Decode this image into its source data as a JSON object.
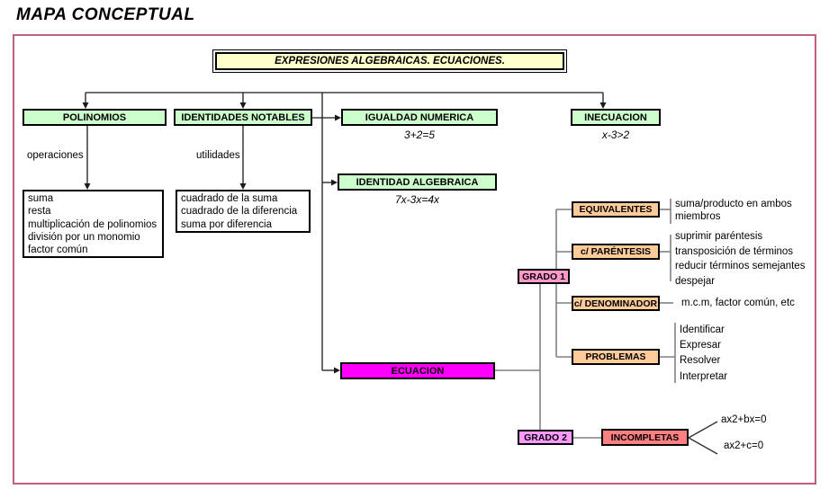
{
  "title": "MAPA CONCEPTUAL",
  "root": {
    "label": "EXPRESIONES ALGEBRAICAS. ECUACIONES."
  },
  "branches": {
    "polinomios": {
      "label": "POLINOMIOS",
      "edge": "operaciones",
      "items": [
        "suma",
        "resta",
        "multiplicación de polinomios",
        "división por un monomio",
        "factor común"
      ]
    },
    "identidades": {
      "label": "IDENTIDADES NOTABLES",
      "edge": "utilidades",
      "items": [
        "cuadrado de la suma",
        "cuadrado de la diferencia",
        "suma por diferencia"
      ]
    },
    "igualdad_numerica": {
      "label": "IGUALDAD NUMERICA",
      "example": "3+2=5"
    },
    "inecuacion": {
      "label": "INECUACION",
      "example": "x-3>2"
    },
    "identidad_algebraica": {
      "label": "IDENTIDAD ALGEBRAICA",
      "example": "7x-3x=4x"
    },
    "ecuacion": {
      "label": "ECUACION"
    }
  },
  "grado1": {
    "label": "GRADO 1",
    "equivalentes": {
      "label": "EQUIVALENTES",
      "notes": [
        "suma/producto en ambos",
        "miembros"
      ]
    },
    "parentesis": {
      "label": "c/ PARÉNTESIS",
      "notes": [
        "suprimir paréntesis",
        "transposición de términos",
        "reducir términos semejantes",
        "despejar"
      ]
    },
    "denominador": {
      "label": "c/ DENOMINADOR",
      "notes": [
        "m.c.m, factor común, etc"
      ]
    },
    "problemas": {
      "label": "PROBLEMAS",
      "notes": [
        "Identificar",
        "Expresar",
        "Resolver",
        "Interpretar"
      ]
    }
  },
  "grado2": {
    "label": "GRADO 2",
    "incompletas": {
      "label": "INCOMPLETAS",
      "formulas": [
        "ax2+bx=0",
        "ax2+c=0"
      ]
    }
  },
  "colors": {
    "node_green": "#ccffcc",
    "root_yellow": "#ffffcc",
    "ecuacion_magenta": "#ff00ff",
    "method_orange": "#ffcc99",
    "grado1_pink": "#ff99cc",
    "grado2_violet": "#ff99ff",
    "incompletas_salmon": "#ff8080",
    "frame_border": "#c06080"
  }
}
